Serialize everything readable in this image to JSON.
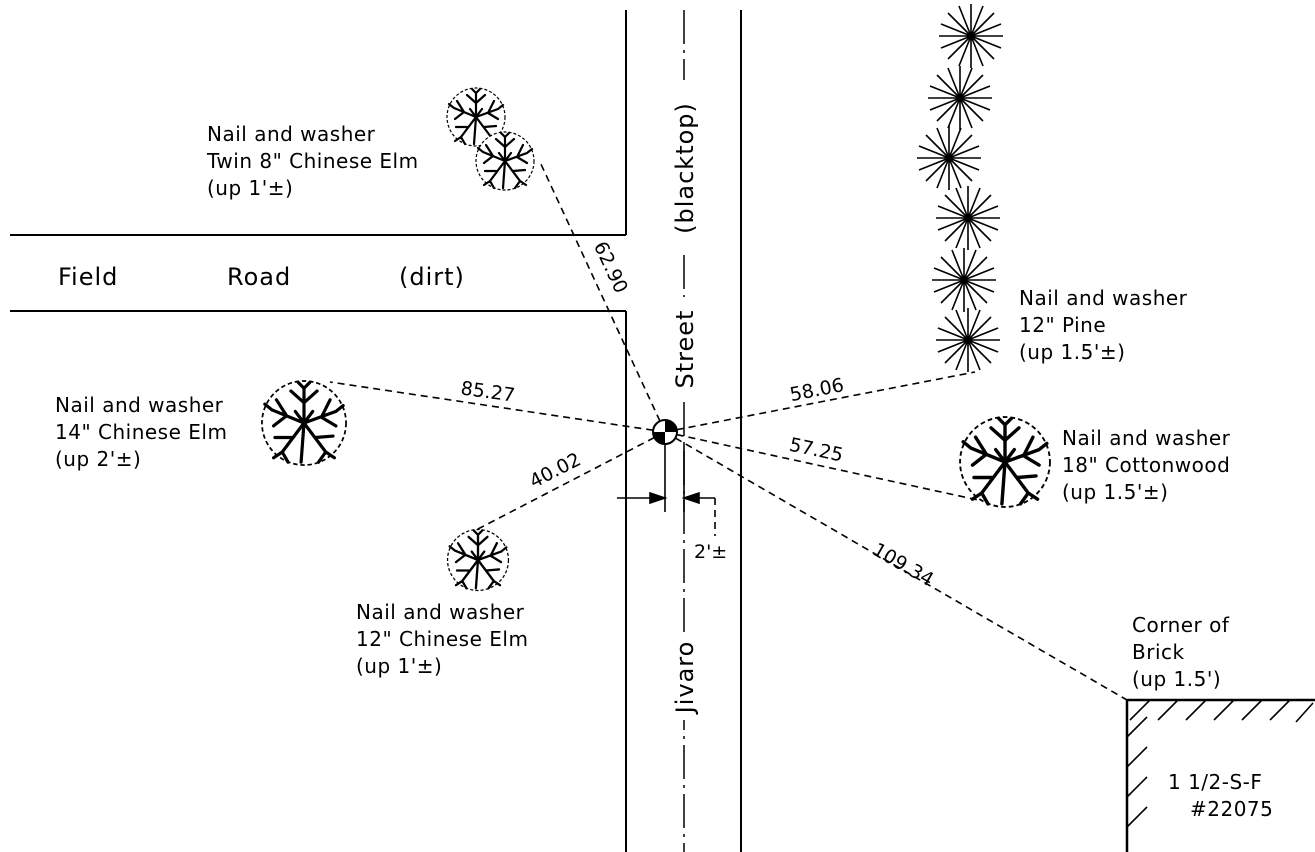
{
  "roads": {
    "field_road": [
      "Field",
      "Road",
      "(dirt)"
    ],
    "street": [
      "Jivaro",
      "Street",
      "(blacktop)"
    ]
  },
  "control_point": {
    "offset_label": "2'±"
  },
  "references": [
    {
      "lines": [
        "Nail and washer",
        "Twin 8\" Chinese Elm",
        "(up 1'±)"
      ],
      "distance": "62.90"
    },
    {
      "lines": [
        "Nail and washer",
        "14\" Chinese Elm",
        "(up 2'±)"
      ],
      "distance": "85.27"
    },
    {
      "lines": [
        "Nail and washer",
        "12\" Chinese Elm",
        "(up 1'±)"
      ],
      "distance": "40.02"
    },
    {
      "lines": [
        "Nail and washer",
        "12\" Pine",
        "(up 1.5'±)"
      ],
      "distance": "58.06"
    },
    {
      "lines": [
        "Nail and washer",
        "18\" Cottonwood",
        "(up 1.5'±)"
      ],
      "distance": "57.25"
    },
    {
      "lines": [
        "Corner of",
        "Brick",
        "(up 1.5')"
      ],
      "distance": "109.34"
    }
  ],
  "building": {
    "lines": [
      "1 1/2-S-F",
      "#22075"
    ]
  }
}
